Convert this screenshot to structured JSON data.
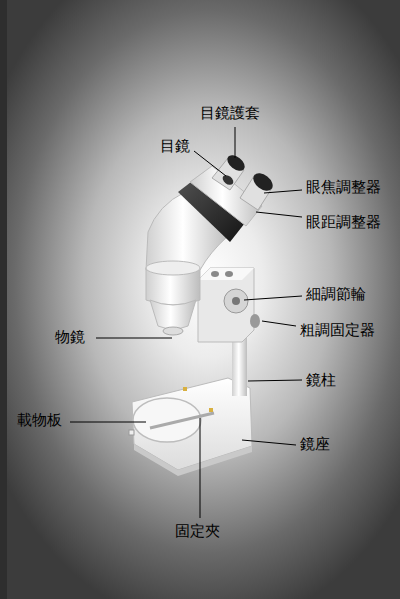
{
  "diagram": {
    "labels": [
      "目鏡護套",
      "目鏡",
      "眼焦調整器",
      "眼距調整器",
      "細調節輪",
      "粗調固定器",
      "物鏡",
      "鏡柱",
      "載物板",
      "鏡座",
      "固定夾"
    ]
  }
}
